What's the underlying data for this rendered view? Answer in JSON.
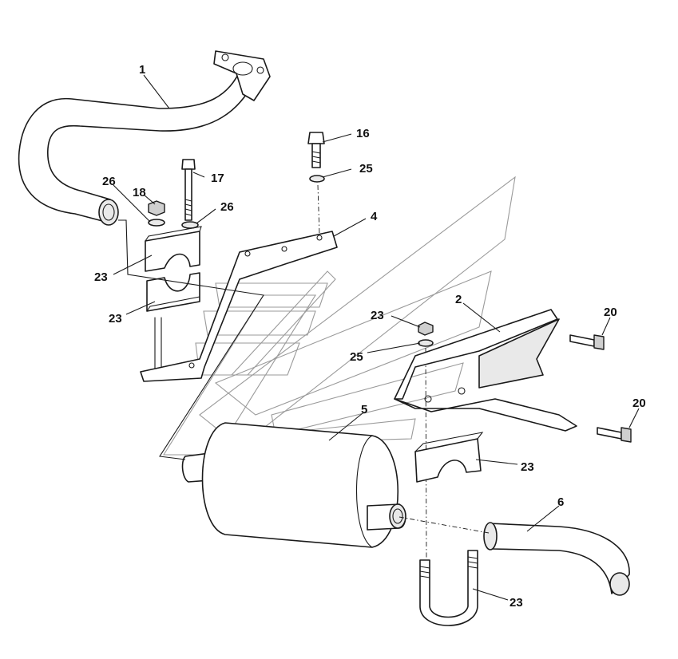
{
  "diagram": {
    "callouts": [
      {
        "id": "c1",
        "text": "1"
      },
      {
        "id": "c16",
        "text": "16"
      },
      {
        "id": "c17",
        "text": "17"
      },
      {
        "id": "c18",
        "text": "18"
      },
      {
        "id": "c26a",
        "text": "26"
      },
      {
        "id": "c26b",
        "text": "26"
      },
      {
        "id": "c25a",
        "text": "25"
      },
      {
        "id": "c4",
        "text": "4"
      },
      {
        "id": "c23a",
        "text": "23"
      },
      {
        "id": "c23b",
        "text": "23"
      },
      {
        "id": "c23c",
        "text": "23"
      },
      {
        "id": "c2",
        "text": "2"
      },
      {
        "id": "c25b",
        "text": "25"
      },
      {
        "id": "c20a",
        "text": "20"
      },
      {
        "id": "c20b",
        "text": "20"
      },
      {
        "id": "c5",
        "text": "5"
      },
      {
        "id": "c23d",
        "text": "23"
      },
      {
        "id": "c6",
        "text": "6"
      },
      {
        "id": "c23e",
        "text": "23"
      }
    ]
  }
}
